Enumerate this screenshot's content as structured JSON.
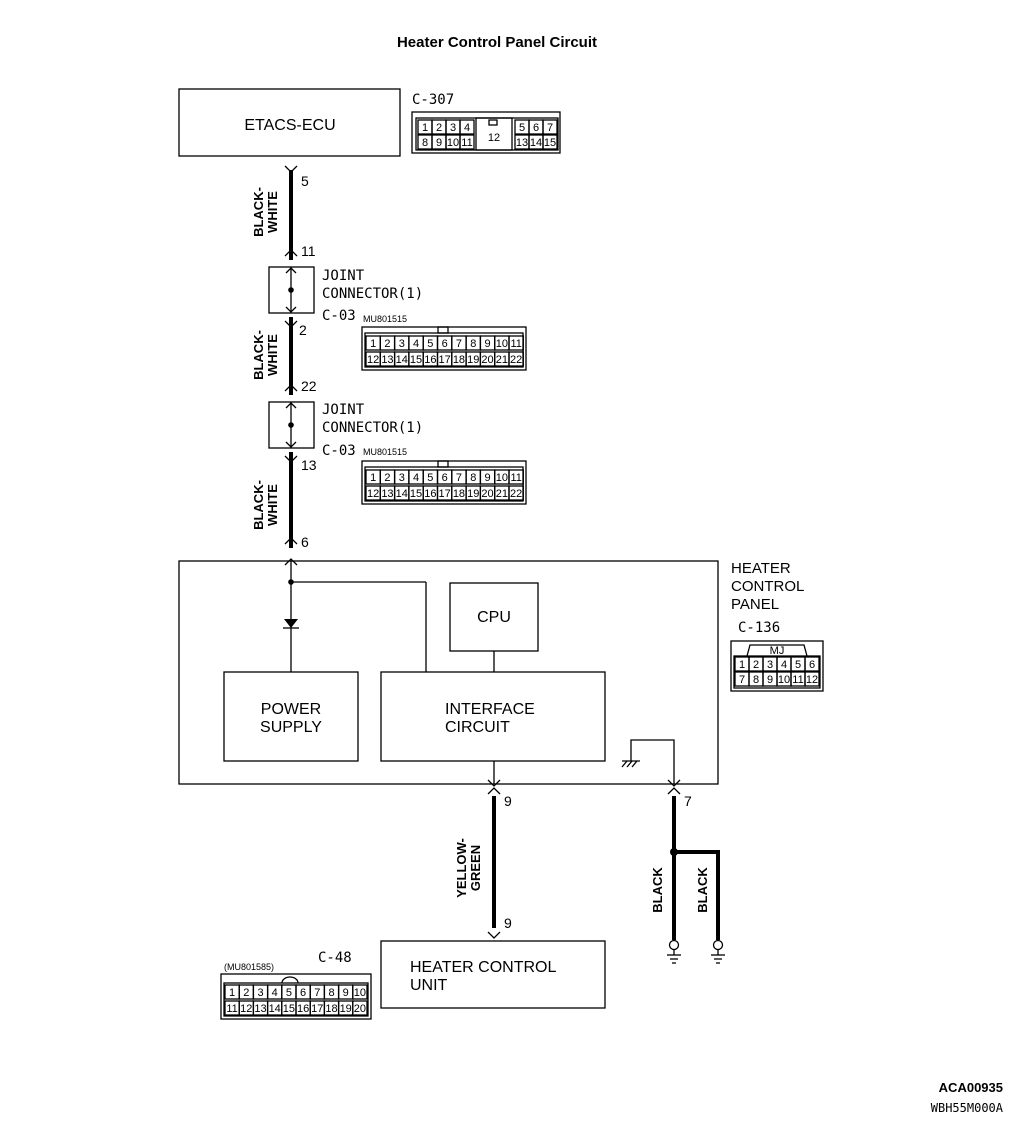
{
  "title": "Heater Control Panel Circuit",
  "ecu": {
    "label": "ETACS-ECU",
    "connector": "C-307"
  },
  "c307_pins": {
    "top_left": [
      "1",
      "2",
      "3",
      "4"
    ],
    "center": "12",
    "top_right": [
      "5",
      "6",
      "7"
    ],
    "bottom_left": [
      "8",
      "9",
      "10",
      "11"
    ],
    "bottom_right": [
      "13",
      "14",
      "15"
    ]
  },
  "joint1": {
    "line1": "JOINT",
    "line2": "CONNECTOR(1)",
    "connector": "C-03",
    "part": "MU801515",
    "pin_top": "11",
    "pin_bottom": "2"
  },
  "joint2": {
    "line1": "JOINT",
    "line2": "CONNECTOR(1)",
    "connector": "C-03",
    "part": "MU801515",
    "pin_top": "22",
    "pin_bottom": "13"
  },
  "c03_pins": {
    "row1": [
      "1",
      "2",
      "3",
      "4",
      "5",
      "6",
      "7",
      "8",
      "9",
      "10",
      "11"
    ],
    "row2": [
      "12",
      "13",
      "14",
      "15",
      "16",
      "17",
      "18",
      "19",
      "20",
      "21",
      "22"
    ]
  },
  "wires": {
    "w1_color": "BLACK-\nWHITE",
    "w1_pin_top": "5",
    "w3_pin_bottom": "6",
    "yg_color": "YELLOW-\nGREEN",
    "yg_pin_top": "9",
    "yg_pin_bottom": "9",
    "black1": "BLACK",
    "black2": "BLACK",
    "ground_pin": "7"
  },
  "panel": {
    "line1": "HEATER",
    "line2": "CONTROL",
    "line3": "PANEL",
    "connector": "C-136",
    "mj": "MJ",
    "cpu": "CPU",
    "power_line1": "POWER",
    "power_line2": "SUPPLY",
    "iface_line1": "INTERFACE",
    "iface_line2": "CIRCUIT"
  },
  "c136_pins": {
    "row1": [
      "1",
      "2",
      "3",
      "4",
      "5",
      "6"
    ],
    "row2": [
      "7",
      "8",
      "9",
      "10",
      "11",
      "12"
    ]
  },
  "hcu": {
    "line1": "HEATER CONTROL",
    "line2": "UNIT",
    "connector": "C-48",
    "part": "(MU801585)"
  },
  "c48_pins": {
    "row1": [
      "1",
      "2",
      "3",
      "4",
      "5",
      "6",
      "7",
      "8",
      "9",
      "10"
    ],
    "row2": [
      "11",
      "12",
      "13",
      "14",
      "15",
      "16",
      "17",
      "18",
      "19",
      "20"
    ]
  },
  "footer": {
    "code1": "ACA00935",
    "code2": "WBH55M000A"
  }
}
